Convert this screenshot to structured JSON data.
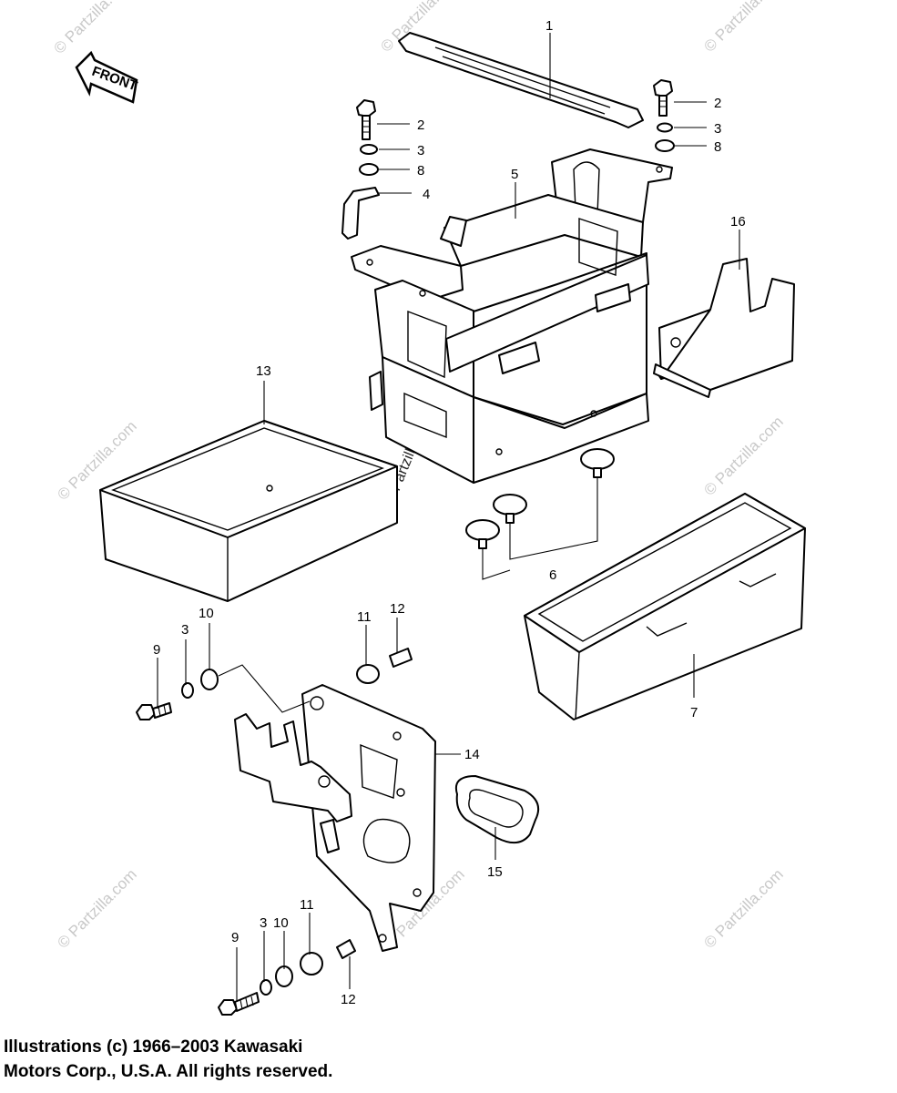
{
  "diagram": {
    "front_label": "FRONT",
    "watermark": "© Partzilla.com",
    "callouts": {
      "strap": "1",
      "bolt_top_left": "2",
      "bolt_top_right": "2",
      "washer_top_left": "3",
      "washer_top_right": "3",
      "washer_left_upper": "3",
      "washer_bottom": "3",
      "bracket": "4",
      "battery_case": "5",
      "cushions": "6",
      "tray": "7",
      "nut_top_left": "8",
      "nut_top_right": "8",
      "bolt_left_upper": "9",
      "bolt_bottom": "9",
      "flat_washer_upper": "10",
      "flat_washer_bottom": "10",
      "grommet_upper": "11",
      "grommet_bottom": "11",
      "collar_upper": "12",
      "collar_bottom": "12",
      "box_cover": "13",
      "plate": "14",
      "grommet_oval": "15",
      "cover_right": "16"
    }
  },
  "footer": {
    "line1": "Illustrations (c) 1966–2003 Kawasaki",
    "line2": "Motors Corp., U.S.A.  All rights reserved."
  }
}
